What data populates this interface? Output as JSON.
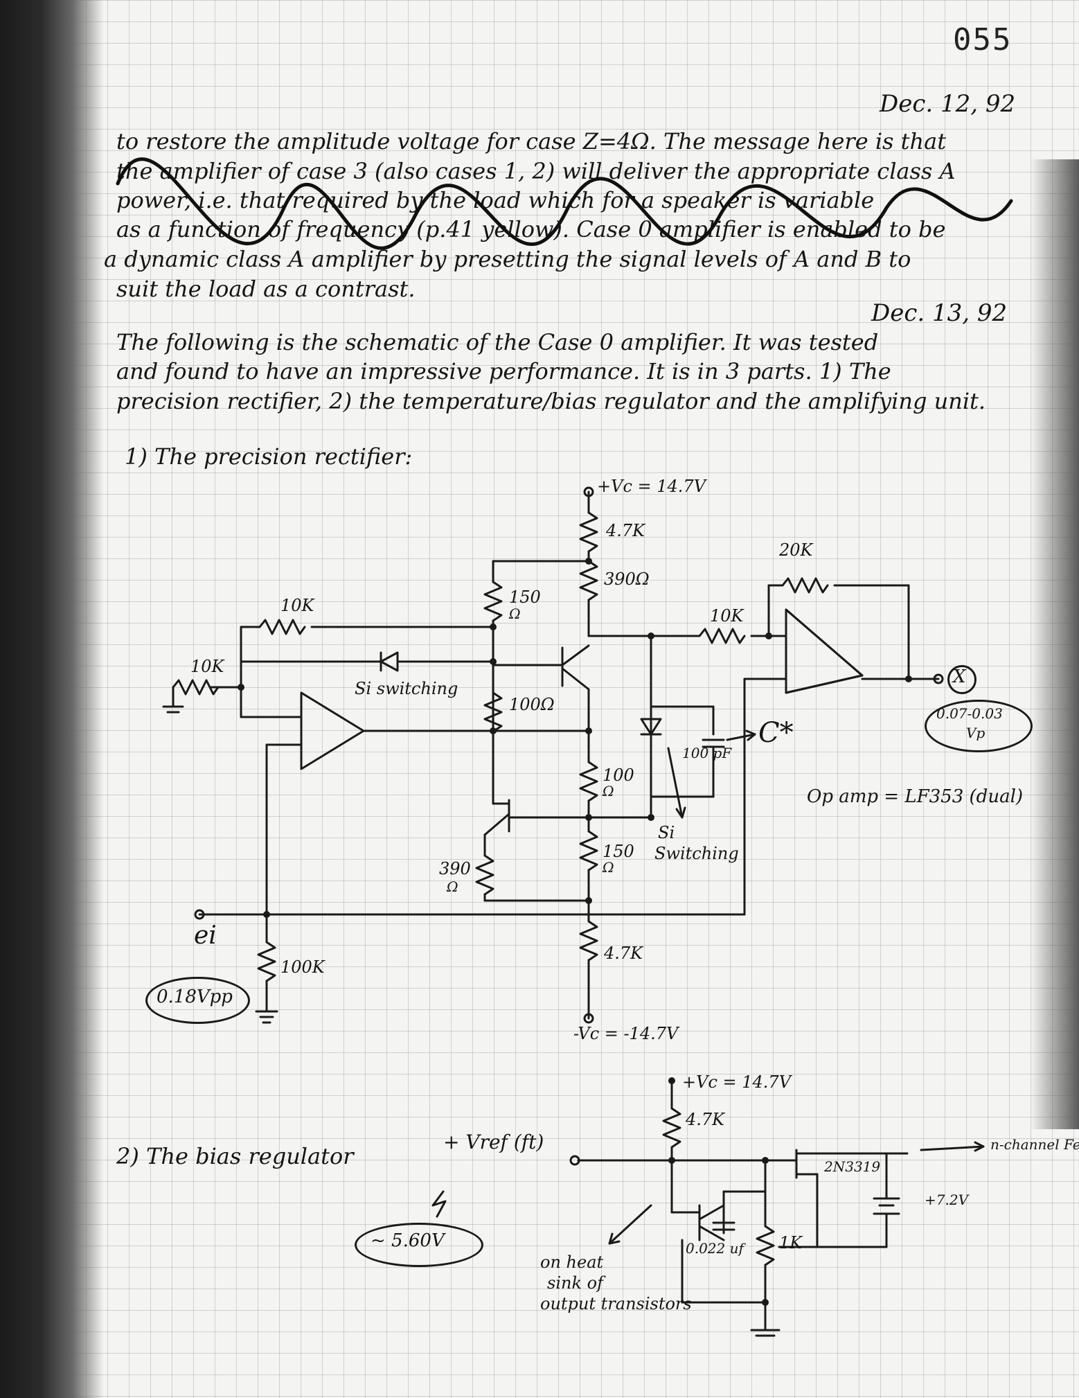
{
  "page_number": "055",
  "dates": {
    "first": "Dec. 12, 92",
    "second": "Dec. 13, 92"
  },
  "paragraph1": [
    "to restore the amplitude voltage for case Z=4Ω. The message here is that",
    "the amplifier of case 3 (also cases 1, 2) will deliver the appropriate class A",
    "power, i.e. that required by the load which for a speaker is variable",
    "as a function of frequency (p.41 yellow). Case 0 amplifier is enabled to be",
    "a dynamic class A amplifier by presetting the signal levels of A and B to",
    "suit the load as a contrast."
  ],
  "paragraph2": [
    "The following is the schematic of the Case 0 amplifier. It was tested",
    "and found to have an impressive performance. It is in 3 parts. 1) The",
    "precision rectifier, 2) the temperature/bias regulator and the amplifying unit."
  ],
  "section1_heading": "1) The precision rectifier:",
  "section2_heading": "2) The bias regulator",
  "circuit1": {
    "vc_pos": "+Vc = 14.7V",
    "vc_neg": "-Vc = -14.7V",
    "r_top": "4.7K",
    "r_bottom": "4.7K",
    "r_390_top": "390Ω",
    "r_150_top": "150",
    "r_150_top_unit": "Ω",
    "r_10k_top": "10K",
    "r_10k_left": "10K",
    "r_10k_right": "10K",
    "r_20k": "20K",
    "diode_label": "Si switching",
    "r_100_left": "100Ω",
    "r_100_mid": "100",
    "r_100_mid_unit": "Ω",
    "r_150_bottom": "150",
    "r_150_bottom_unit": "Ω",
    "r_390_bottom": "390",
    "r_390_bottom_unit": "Ω",
    "cap": "100 pF",
    "diode2_label_a": "Si",
    "diode2_label_b": "Switching",
    "c_star": "C*",
    "output": "X",
    "output_level": "0.07-0.03",
    "output_unit": "Vp",
    "opamp": "Op amp = LF353 (dual)",
    "input_label": "ei",
    "input_level": "0.18Vpp",
    "r_100k": "100K"
  },
  "circuit2": {
    "vc_pos": "+Vc = 14.7V",
    "r_top": "4.7K",
    "vref": "+ Vref (ft)",
    "vref_value": "~ 5.60V",
    "transistor": "2N3319",
    "fet_note": "n-channel Fet",
    "pot": "1K",
    "cap": "0.022 uf",
    "heatsink_note_a": "on heat",
    "heatsink_note_b": "sink of",
    "heatsink_note_c": "output transistors",
    "battery_note": "+7.2V"
  }
}
